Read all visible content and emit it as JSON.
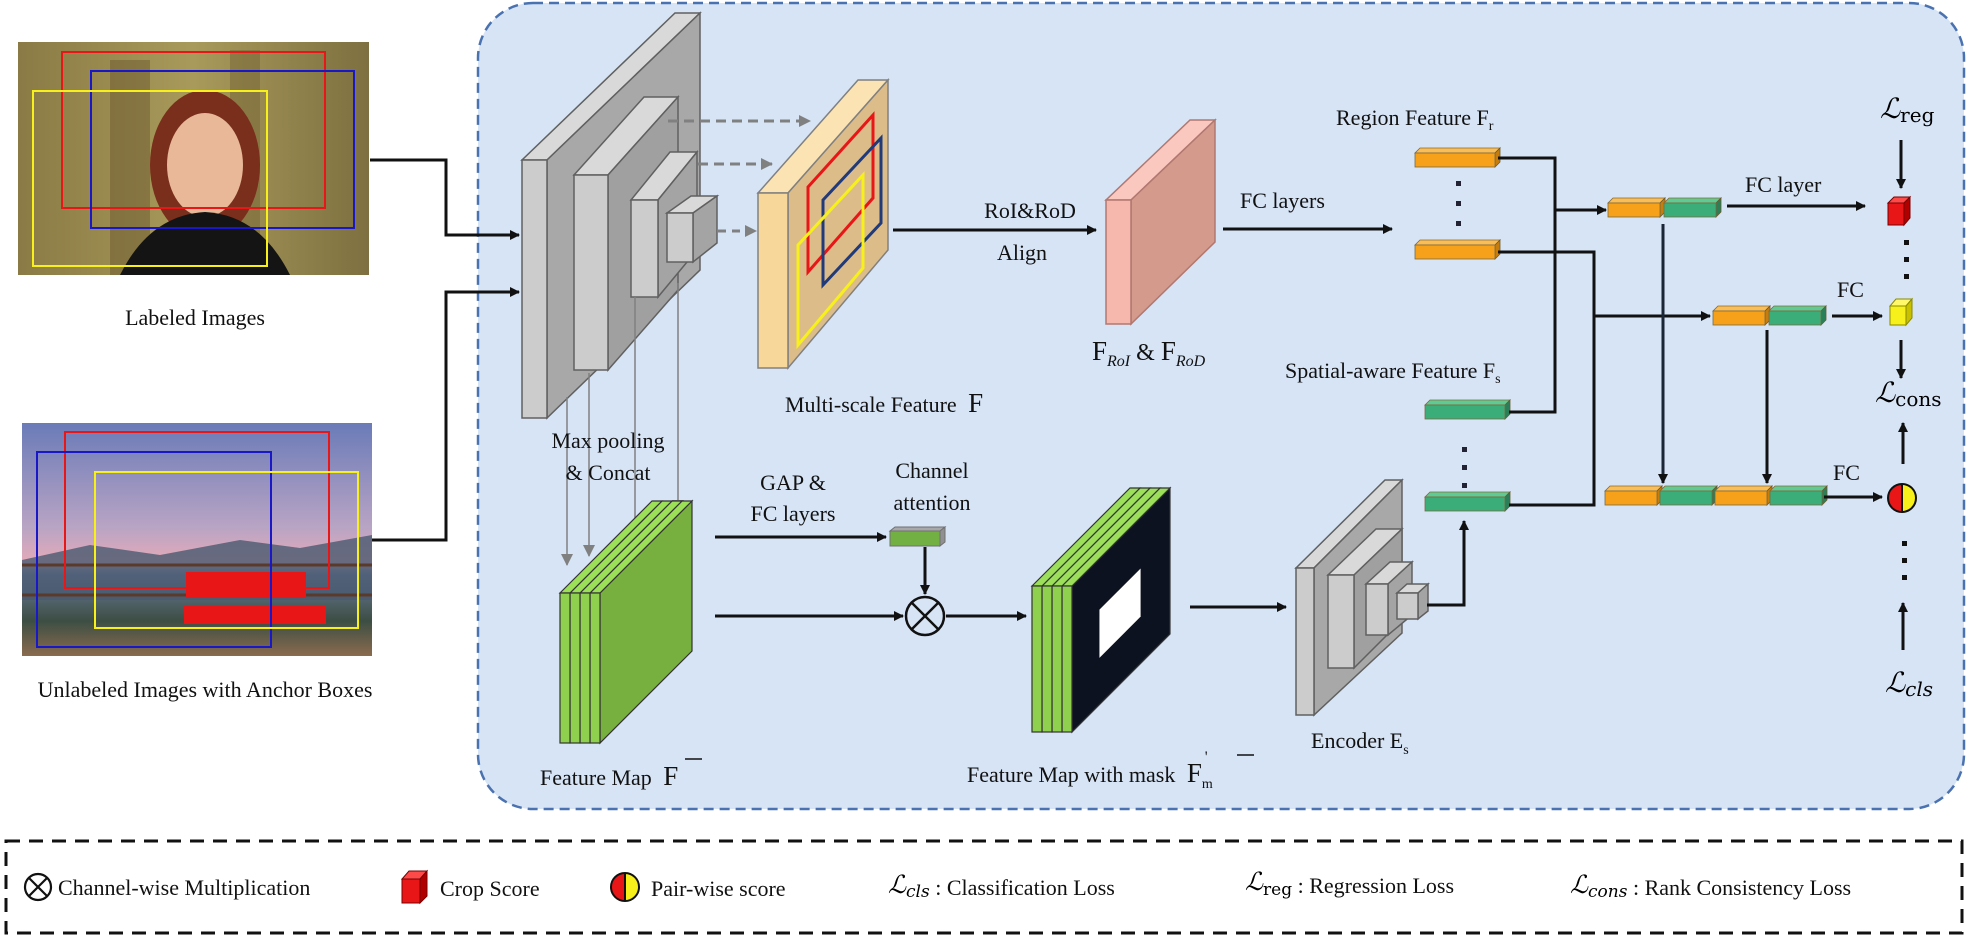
{
  "inputs": {
    "labeled_caption": "Labeled Images",
    "unlabeled_caption": "Unlabeled Images with Anchor Boxes"
  },
  "backbone": {
    "multiscale_caption": "Multi-scale Feature",
    "multiscale_symbol": "F",
    "roi_label_line1": "RoI&RoD",
    "roi_label_line2": "Align",
    "froi_main_1": "F",
    "froi_sub_1": "RoI",
    "froi_amp": " & ",
    "froi_main_2": "F",
    "froi_sub_2": "RoD",
    "fc_layers": "FC layers"
  },
  "region": {
    "region_caption": "Region Feature F",
    "region_sub": "r",
    "spatial_caption": "Spatial-aware Feature F",
    "spatial_sub": "s"
  },
  "lower": {
    "maxpool_line1": "Max pooling",
    "maxpool_line2": "& Concat",
    "gap_line1": "GAP &",
    "gap_line2": "FC layers",
    "channel_line1": "Channel",
    "channel_line2": "attention",
    "feature_map_caption": "Feature Map",
    "feature_map_symbol": "F",
    "masked_caption": "Feature Map with mask",
    "masked_symbol": "F",
    "masked_sub": "m",
    "masked_sup": "'",
    "encoder_caption": "Encoder E",
    "encoder_sub": "s"
  },
  "heads": {
    "fc_layer": "FC layer",
    "fc_mid": "FC",
    "fc_bottom": "FC",
    "loss_reg_script": "ℒ",
    "loss_reg_sub": "reg",
    "loss_cons_script": "ℒ",
    "loss_cons_sub": "cons",
    "loss_cls_script": "ℒ",
    "loss_cls_sub": "cls"
  },
  "legend": {
    "items": [
      {
        "icon": "otimes-icon",
        "label": "Channel-wise Multiplication"
      },
      {
        "icon": "red-cube-icon",
        "label": "Crop Score"
      },
      {
        "icon": "split-circle-icon",
        "label": "Pair-wise score"
      },
      {
        "script": "ℒ",
        "sub": "cls",
        "label": " : Classification Loss"
      },
      {
        "script": "ℒ",
        "sub": "reg",
        "label": " : Regression Loss"
      },
      {
        "script": "ℒ",
        "sub": "cons",
        "label": " : Rank Consistency Loss"
      }
    ]
  },
  "colors": {
    "panel_bg": "#d6e4f6",
    "panel_border": "#4a72b0",
    "orange": "#f7a01a",
    "green": "#3aad78",
    "feature_green": "#8fd14f",
    "gray": "#c8c8c8",
    "pink": "#f6b8ad",
    "tan": "#f7d79a",
    "red": "#e81616",
    "yellow": "#f7f01a",
    "blue": "#1818c8"
  }
}
